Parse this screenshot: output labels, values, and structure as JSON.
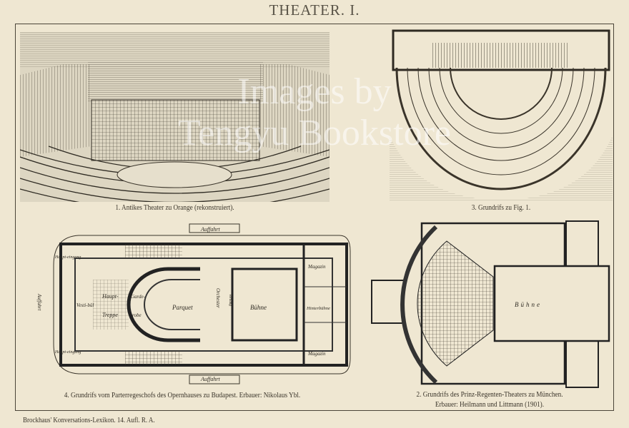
{
  "page": {
    "title": "THEATER. I.",
    "footer": "Brockhaus' Konversations-Lexikon. 14. Aufl. R. A."
  },
  "figures": [
    {
      "id": "fig1",
      "caption": "1. Antikes Theater zu Orange (rekonstruiert)."
    },
    {
      "id": "fig3",
      "caption": "3. Grundrifs zu Fig. 1."
    },
    {
      "id": "fig4",
      "caption": "4. Grundrifs vom Parterregeschofs des Opernhauses zu Budapest.  Erbauer: Nikolaus Ybl.",
      "labels": {
        "auffahrt_top": "Auffahrt",
        "auffahrt_bottom": "Auffahrt",
        "auffahrt_left": "Auffahrt",
        "haupteingang_top": "Haupt-eingang",
        "haupteingang_bottom": "Haupt-eingang",
        "vestibuel": "Vesti-bül",
        "haupt": "Haupt-",
        "treppe": "Treppe",
        "garde": "Garde-",
        "robe": "robe",
        "parquet": "Parquet",
        "orchester": "Orchester",
        "vorhang": "Vorhang",
        "buehne": "Bühne",
        "magazin_top": "Magazin",
        "hinterbuehne": "Hinterbühne",
        "magazin_bottom": "Magazin"
      }
    },
    {
      "id": "fig2",
      "caption_line1": "2. Grundrifs des Prinz-Regenten-Theaters zu München.",
      "caption_line2": "Erbauer: Heilmann und Littmann (1901).",
      "labels": {
        "buehne": "Bühne"
      }
    }
  ],
  "watermark": {
    "line1": "Images by",
    "line2": "Tengyu Bookstore"
  },
  "colors": {
    "paper": "#efe7d2",
    "ink": "#3a342a"
  }
}
